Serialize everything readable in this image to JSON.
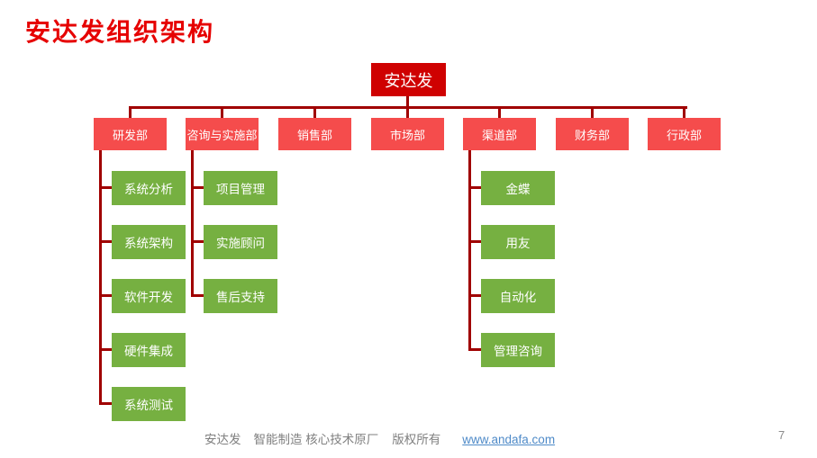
{
  "title": "安达发组织架构",
  "colors": {
    "title_red": "#E60000",
    "root_fill": "#CF0101",
    "dept_fill": "#F54C4C",
    "leaf_fill": "#76B041",
    "line_red": "#A00000",
    "footer_gray": "#7F7F7F",
    "link_blue": "#4E8AC8",
    "page_gray": "#8C8C8C"
  },
  "org": {
    "root": {
      "label": "安达发"
    },
    "departments": [
      {
        "label": "研发部",
        "children": [
          "系统分析",
          "系统架构",
          "软件开发",
          "硬件集成",
          "系统测试"
        ]
      },
      {
        "label": "咨询与实施部",
        "children": [
          "项目管理",
          "实施顾问",
          "售后支持"
        ]
      },
      {
        "label": "销售部",
        "children": []
      },
      {
        "label": "市场部",
        "children": []
      },
      {
        "label": "渠道部",
        "children": [
          "金蝶",
          "用友",
          "自动化",
          "管理咨询"
        ]
      },
      {
        "label": "财务部",
        "children": []
      },
      {
        "label": "行政部",
        "children": []
      }
    ]
  },
  "footer": {
    "brand": "安达发",
    "tagline": "智能制造 核心技术原厂",
    "rights": "版权所有",
    "link": "www.andafa.com",
    "page": "7"
  }
}
